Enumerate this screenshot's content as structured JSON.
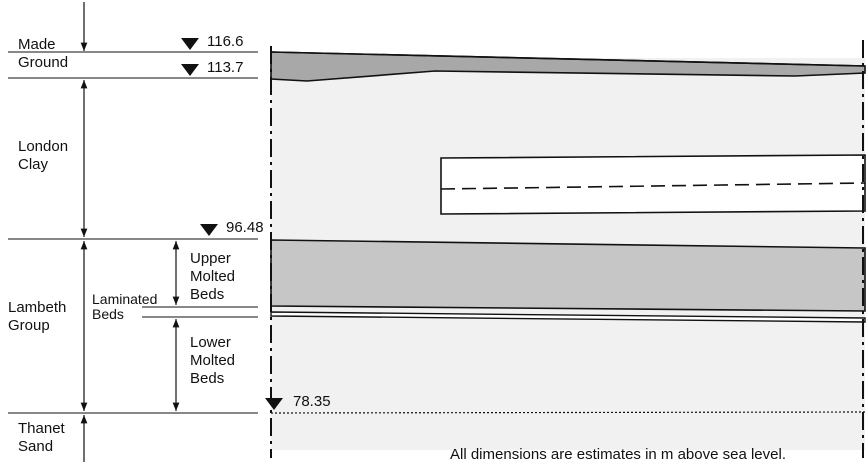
{
  "strata": {
    "made_ground": "Made\nGround",
    "london_clay": "London\nClay",
    "lambeth_group": "Lambeth\nGroup",
    "thanet_sand": "Thanet\nSand"
  },
  "sub_units": {
    "upper_molted": "Upper\nMolted\nBeds",
    "laminated": "Laminated\nBeds",
    "lower_molted": "Lower\nMolted\nBeds"
  },
  "levels": [
    "116.6",
    "113.7",
    "96.48",
    "78.35"
  ],
  "footnote": "All dimensions are estimates in m above sea level.",
  "colors": {
    "made_ground_fill": "#a8a8a8",
    "upper_molted_fill": "#c6c6c6",
    "light_fill": "#f1f1f1",
    "line": "#111111"
  }
}
